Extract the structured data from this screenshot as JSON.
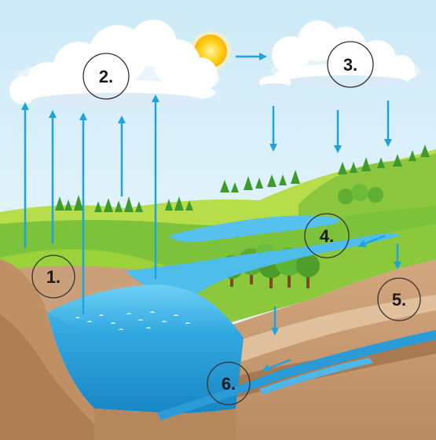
{
  "labels": [
    {
      "id": "1",
      "text": "1."
    },
    {
      "id": "2",
      "text": "2."
    },
    {
      "id": "3",
      "text": "3."
    },
    {
      "id": "4",
      "text": "4."
    },
    {
      "id": "5",
      "text": "5."
    },
    {
      "id": "6",
      "text": "6."
    }
  ],
  "colors": {
    "sky_top": "#cfeaf7",
    "sky_bottom": "#f3fbfe",
    "water": "#3fb3e6",
    "water_dark": "#1f95cf",
    "arrow": "#1fa3df",
    "grass_light": "#9ad22a",
    "grass_dark": "#4fa81e",
    "soil": "#c79a72",
    "soil_dark": "#a87a52",
    "soil_light": "#e8cdb0",
    "sun": "#ffcc1a",
    "label_ring": "#333333"
  }
}
